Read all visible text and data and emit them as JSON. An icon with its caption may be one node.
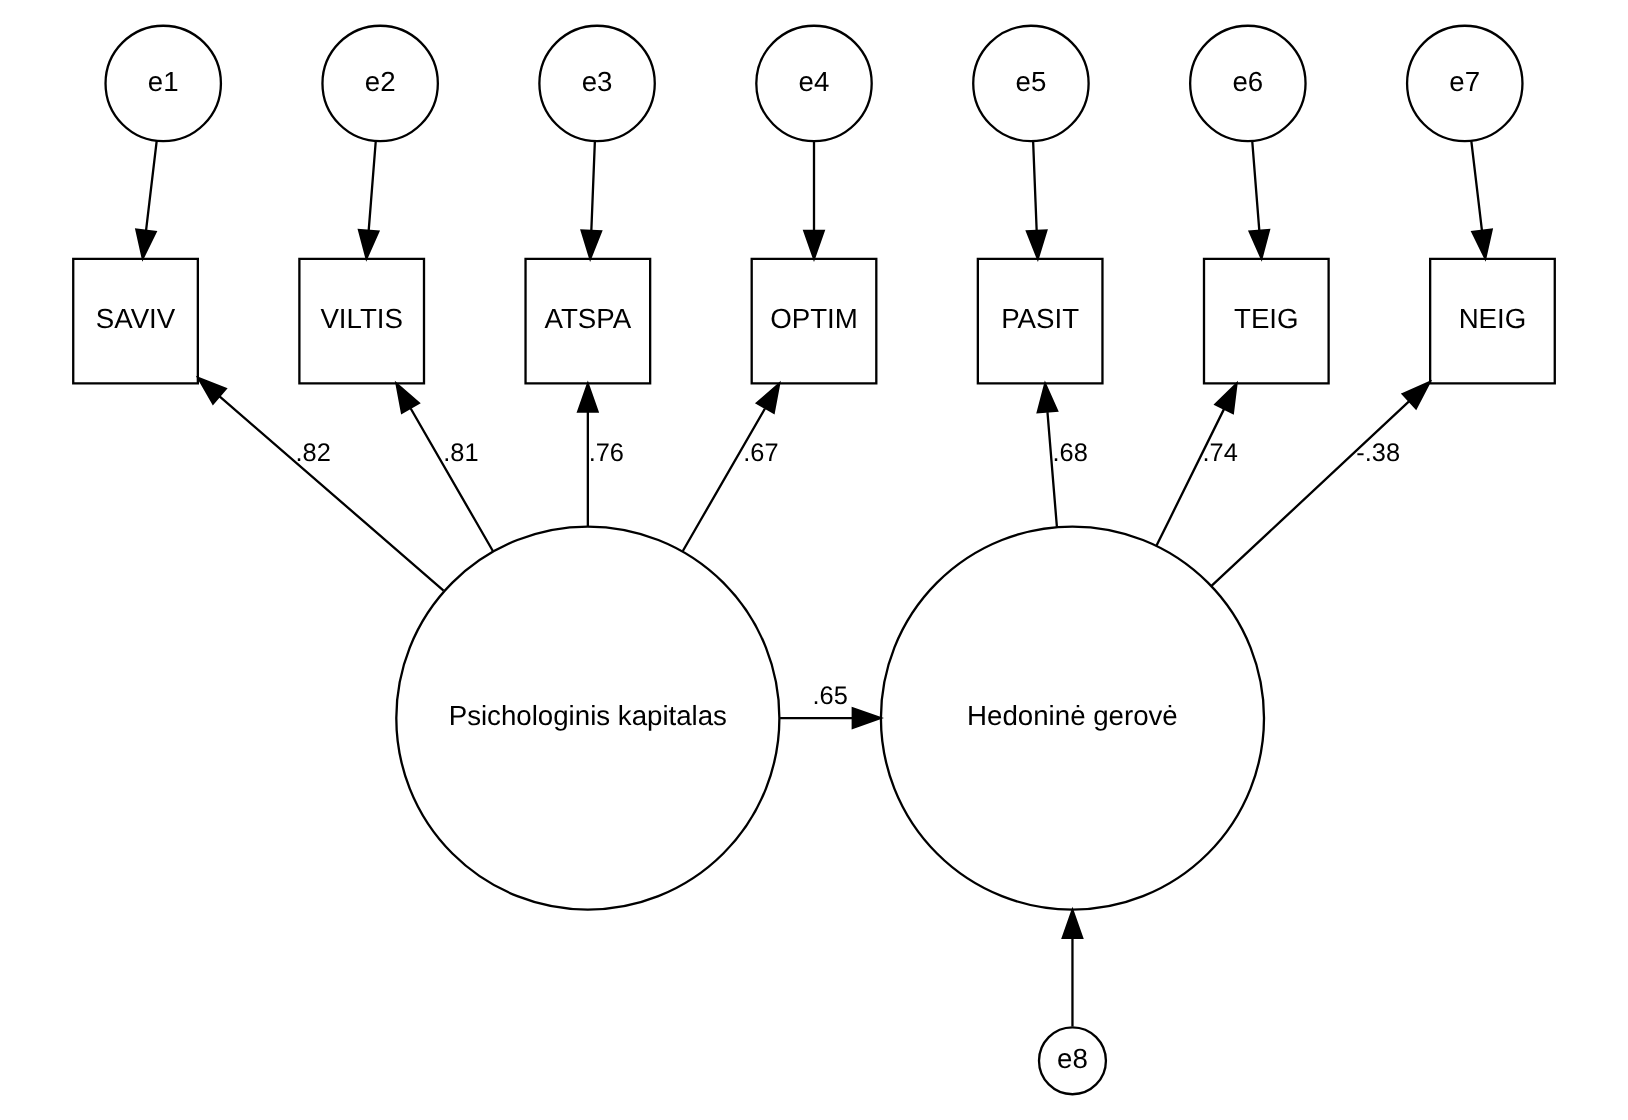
{
  "diagram": {
    "nodes": [
      {
        "text": [
          "e1"
        ]
      },
      {
        "text": [
          "e2"
        ]
      },
      {
        "text": [
          "e3"
        ]
      },
      {
        "text": [
          "e4"
        ]
      },
      {
        "text": [
          "e5"
        ]
      },
      {
        "text": [
          "e6"
        ]
      },
      {
        "text": [
          "e7"
        ]
      },
      {
        "text": [
          "SAVIV"
        ]
      },
      {
        "text": [
          "VILTIS"
        ]
      },
      {
        "text": [
          "ATSPA"
        ]
      },
      {
        "text": [
          "OPTIM"
        ]
      },
      {
        "text": [
          "PASIT"
        ]
      },
      {
        "text": [
          "TEIG"
        ]
      },
      {
        "text": [
          "NEIG"
        ]
      },
      {
        "text": [
          "Psichologinis kapitalas"
        ]
      },
      {
        "text": [
          "Hedoninė gerovė"
        ]
      },
      {
        "text": [
          "e8"
        ]
      }
    ],
    "edges": [
      {
        "from": 0,
        "to": 7,
        "arrow": "to"
      },
      {
        "from": 1,
        "to": 8,
        "arrow": "to"
      },
      {
        "from": 2,
        "to": 9,
        "arrow": "to"
      },
      {
        "from": 3,
        "to": 10,
        "arrow": "to"
      },
      {
        "from": 4,
        "to": 11,
        "arrow": "to"
      },
      {
        "from": 5,
        "to": 12,
        "arrow": "to"
      },
      {
        "from": 6,
        "to": 13,
        "arrow": "to"
      },
      {
        "from": 14,
        "to": 7,
        "arrow": "to",
        "label": ".82"
      },
      {
        "from": 14,
        "to": 8,
        "arrow": "to",
        "label": ".81"
      },
      {
        "from": 14,
        "to": 9,
        "arrow": "to",
        "label": ".76"
      },
      {
        "from": 14,
        "to": 10,
        "arrow": "to",
        "label": ".67"
      },
      {
        "from": 15,
        "to": 11,
        "arrow": "to",
        "label": ".68"
      },
      {
        "from": 15,
        "to": 12,
        "arrow": "to",
        "label": ".74"
      },
      {
        "from": 15,
        "to": 13,
        "arrow": "to",
        "label": "-.38"
      },
      {
        "from": 14,
        "to": 15,
        "arrow": "to",
        "label": ".65"
      },
      {
        "from": 16,
        "to": 15,
        "arrow": "to"
      }
    ]
  }
}
